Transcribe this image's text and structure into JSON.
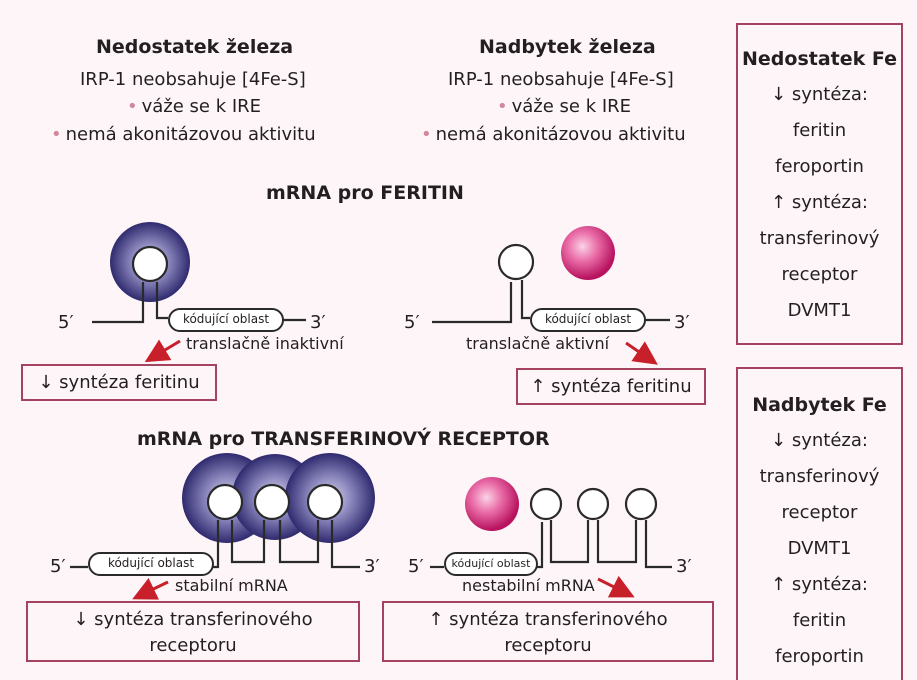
{
  "columns": [
    {
      "heading": "Nedostatek železa",
      "line1": "IRP-1 neobsahuje [4Fe-S]",
      "line2": "váže se k IRE",
      "line3": "nemá akonitázovou aktivitu"
    },
    {
      "heading": "Nadbytek železa",
      "line1": "IRP-1 neobsahuje [4Fe-S]",
      "line2": "váže se k IRE",
      "line3": "nemá akonitázovou aktivitu"
    }
  ],
  "ferritin": {
    "title": "mRNA pro FERITIN",
    "left": {
      "five": "5′",
      "three": "3′",
      "coding": "kódující oblast",
      "state": "translačně inaktivní",
      "result": "↓ syntéza feritinu"
    },
    "right": {
      "five": "5′",
      "three": "3′",
      "coding": "kódující oblast",
      "state": "translačně aktivní",
      "result": "↑ syntéza feritinu"
    }
  },
  "tfr": {
    "title": "mRNA pro TRANSFERINOVÝ RECEPTOR",
    "left": {
      "five": "5′",
      "three": "3′",
      "coding": "kódující oblast",
      "state": "stabilní mRNA",
      "result_l1": "↓ syntéza transferinového",
      "result_l2": "receptoru"
    },
    "right": {
      "five": "5′",
      "three": "3′",
      "coding": "kódující oblast",
      "state": "nestabilní mRNA",
      "result_l1": "↑ syntéza transferinového",
      "result_l2": "receptoru"
    }
  },
  "side_deficit": {
    "title": "Nedostatek Fe",
    "items": [
      "↓ syntéza:",
      "feritin",
      "feroportin",
      "↑ syntéza:",
      "transferinový",
      "receptor",
      "DVMT1"
    ]
  },
  "side_excess": {
    "title": "Nadbytek Fe",
    "items": [
      "↓ syntéza:",
      "transferinový",
      "receptor",
      "DVMT1",
      "↑ syntéza:",
      "feritin",
      "feroportin"
    ]
  },
  "colors": {
    "border": "#a4425f",
    "protein_dark": "#3a3478",
    "protein_pink": "#e4579a",
    "arrow": "#c8202a",
    "bullet": "#d4869b"
  }
}
